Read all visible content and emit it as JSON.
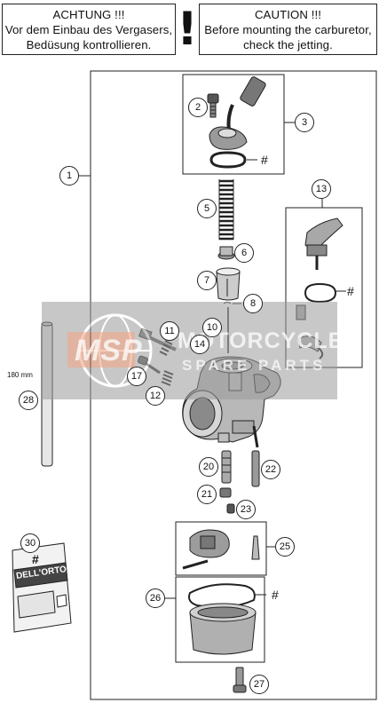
{
  "warning": {
    "de_title": "ACHTUNG !!!",
    "de_line1": "Vor dem Einbau des Vergasers,",
    "de_line2": "Bedüsung kontrollieren.",
    "symbol": "!",
    "en_title": "CAUTION !!!",
    "en_line1": "Before mounting the carburetor,",
    "en_line2": "check the jetting."
  },
  "callouts": [
    "1",
    "2",
    "3",
    "5",
    "6",
    "7",
    "8",
    "10",
    "11",
    "12",
    "13",
    "14",
    "17",
    "20",
    "21",
    "22",
    "23",
    "25",
    "26",
    "27",
    "28",
    "30"
  ],
  "hash_marks": "#",
  "hose_length_label": "180 mm",
  "packet_labels": {
    "hash": "#",
    "brand": "DELL'ORTO"
  },
  "watermark": {
    "logo": "MSP",
    "line1": "MOTORCYCLE",
    "line2": "SPARE PARTS"
  },
  "colors": {
    "line": "#222222",
    "watermark_band": "#9a9a9a",
    "watermark_logo": "#e8622a"
  }
}
